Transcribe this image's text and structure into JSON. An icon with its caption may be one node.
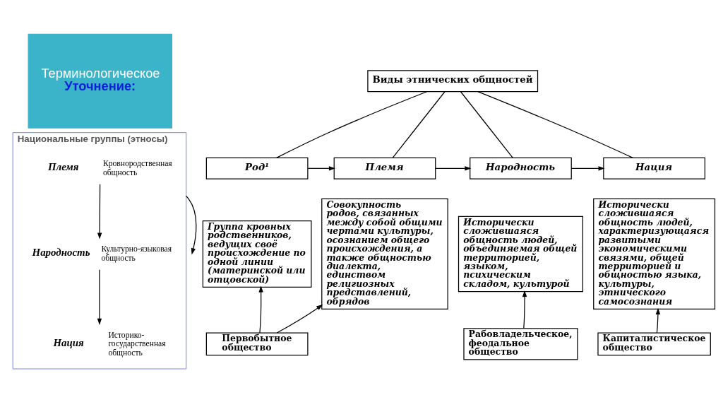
{
  "diagram": {
    "nodes": [
      {
        "text": [
          "Терминологическое",
          "Уточнение:"
        ]
      },
      {
        "text": [
          "Национальные группы (этносы)"
        ]
      },
      {
        "text": [
          "Племя"
        ],
        "in": 1,
        "beside": [
          "Кровнородственная общность"
        ]
      },
      {
        "text": [
          "Народность"
        ],
        "in": 1,
        "beside": [
          "Культурно-языковая общность"
        ]
      },
      {
        "text": [
          "Нация"
        ],
        "in": 1,
        "beside": [
          "Историко-государственная общность"
        ]
      },
      {
        "text": [
          "Виды этнических общностей"
        ]
      },
      {
        "text": [
          "Род¹"
        ]
      },
      {
        "text": [
          "Группа кровных родственников, ведущих своё происхождение по одной линии (материнской или отцовской)"
        ]
      },
      {
        "text": [
          "Племя"
        ]
      },
      {
        "text": [
          "Совокупность родов, связанных между собой общими чертами культуры, осознанием общего происхождения, а также общностью диалекта, единством религиозных представлений, обрядов"
        ]
      },
      {
        "text": [
          "Народность"
        ]
      },
      {
        "text": [
          "Исторически сложившаяся общность людей, объединяемая общей территорией, языком, психическим складом, культурой"
        ]
      },
      {
        "text": [
          "Нация"
        ]
      },
      {
        "text": [
          "Исторически сложившаяся общность людей, характеризующаяся развитыми экономическими связями, общей территорией и общностью языка, культуры, этнического самосознания"
        ]
      },
      {
        "text": [
          "Первобытное общество"
        ]
      },
      {
        "text": [
          "Рабовладельческое, феодальное общество"
        ]
      },
      {
        "text": [
          "Капиталистическое общество"
        ]
      }
    ],
    "edges": [
      {
        "from": 2,
        "to": 3,
        "arrow": "to"
      },
      {
        "from": 3,
        "to": 4,
        "arrow": "to"
      },
      {
        "from": 1,
        "to": null,
        "arrow": "to"
      },
      {
        "from": 5,
        "to": 6,
        "arrow": "none"
      },
      {
        "from": 5,
        "to": 8,
        "arrow": "none"
      },
      {
        "from": 5,
        "to": 10,
        "arrow": "none"
      },
      {
        "from": 5,
        "to": 12,
        "arrow": "none"
      },
      {
        "from": 6,
        "to": 8,
        "arrow": "to"
      },
      {
        "from": 8,
        "to": 10,
        "arrow": "to"
      },
      {
        "from": 10,
        "to": 12,
        "arrow": "to"
      },
      {
        "from": 14,
        "to": 7,
        "arrow": "to"
      },
      {
        "from": 14,
        "to": 9,
        "arrow": "to"
      },
      {
        "from": 15,
        "to": 11,
        "arrow": "to"
      },
      {
        "from": 16,
        "to": 13,
        "arrow": "to"
      }
    ]
  }
}
